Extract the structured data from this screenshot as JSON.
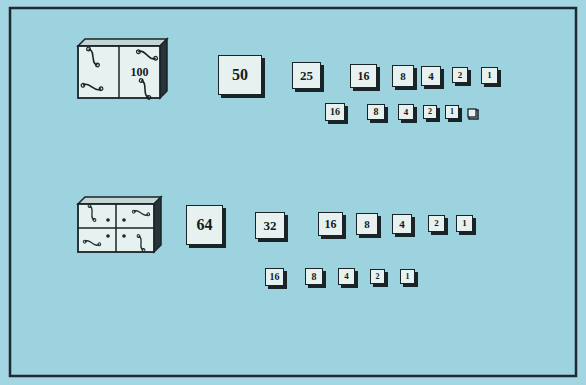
{
  "diagram": {
    "nodes": [
      {
        "text": [
          "100"
        ]
      },
      {
        "text": [
          "50"
        ]
      },
      {
        "text": [
          "25"
        ]
      },
      {
        "text": [
          "16"
        ]
      },
      {
        "text": [
          "8"
        ]
      },
      {
        "text": [
          "4"
        ]
      },
      {
        "text": [
          "2"
        ]
      },
      {
        "text": [
          "1"
        ]
      },
      {
        "text": [
          "16"
        ]
      },
      {
        "text": [
          "8"
        ]
      },
      {
        "text": [
          "4"
        ]
      },
      {
        "text": [
          "2"
        ]
      },
      {
        "text": [
          "1"
        ]
      },
      {
        "text": [
          "64"
        ]
      },
      {
        "text": [
          "32"
        ]
      },
      {
        "text": [
          "16"
        ]
      },
      {
        "text": [
          "8"
        ]
      },
      {
        "text": [
          "4"
        ]
      },
      {
        "text": [
          "2"
        ]
      },
      {
        "text": [
          "1"
        ]
      },
      {
        "text": [
          "16"
        ]
      },
      {
        "text": [
          "8"
        ]
      },
      {
        "text": [
          "4"
        ]
      },
      {
        "text": [
          "2"
        ]
      },
      {
        "text": [
          "1"
        ]
      }
    ]
  }
}
